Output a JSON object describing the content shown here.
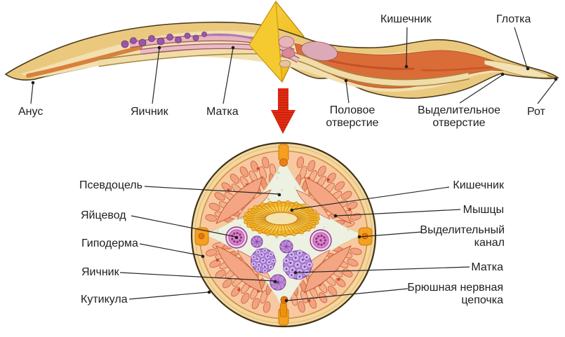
{
  "top_figure": {
    "labels": [
      {
        "id": "anus",
        "text": "Анус"
      },
      {
        "id": "ovary",
        "text": "Яичник"
      },
      {
        "id": "uterus",
        "text": "Матка"
      },
      {
        "id": "genital-opening",
        "text": "Половое отверстие"
      },
      {
        "id": "excretory-opening",
        "text": "Выделительное отверстие"
      },
      {
        "id": "mouth",
        "text": "Рот"
      },
      {
        "id": "intestine",
        "text": "Кишечник"
      },
      {
        "id": "pharynx",
        "text": "Глотка"
      }
    ]
  },
  "cross_section": {
    "labels_left": [
      {
        "id": "pseudocoel",
        "text": "Псевдоцель"
      },
      {
        "id": "oviduct",
        "text": "Яйцевод"
      },
      {
        "id": "hypodermis",
        "text": "Гиподерма"
      },
      {
        "id": "ovary",
        "text": "Яичник"
      },
      {
        "id": "cuticle",
        "text": "Кутикула"
      }
    ],
    "labels_right": [
      {
        "id": "intestine",
        "text": "Кишечник"
      },
      {
        "id": "muscles",
        "text": "Мышцы"
      },
      {
        "id": "excretory-canal",
        "text": "Выделительный канал"
      },
      {
        "id": "uterus",
        "text": "Матка"
      },
      {
        "id": "ventral-nerve-cord",
        "text": "Брюшная нервная цепочка"
      }
    ]
  },
  "colors": {
    "label_text": "#1e1e1e",
    "leader_line": "#262626",
    "worm_body": "#eac97f",
    "worm_outline": "#4a3a1a",
    "intestine_orange": "#da6c38",
    "organ_pink": "#e6b6c0",
    "ovary_purple": "#9a56a8",
    "cream_band": "#f0dca8",
    "cut_plane_yellow": "#f2c42d",
    "arrow_red": "#e62e14",
    "cuticle_ring": "#f3d79f",
    "hypodermis_ring": "#f8c9a0",
    "muscle_salmon": "#f3a27f",
    "muscle_outline": "#c55f3a",
    "pseudocoel_bg": "#edf1e1",
    "intestine_yellow": "#f2b82a",
    "oviduct_magenta": "#d886c6",
    "uterus_purple": "#b58ad8",
    "nerve_excretory_orange": "#f5a01e"
  }
}
